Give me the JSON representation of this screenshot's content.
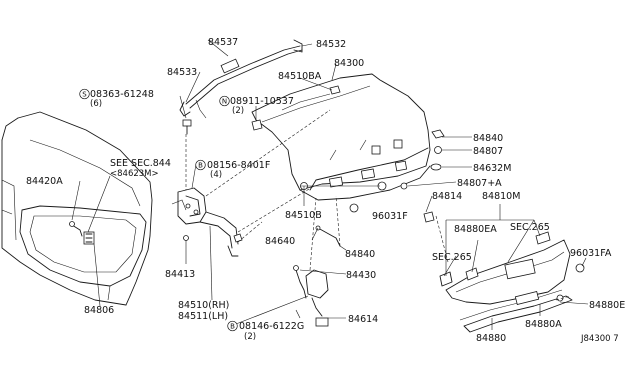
{
  "labels": {
    "p84537": "84537",
    "p84532": "84532",
    "p84533": "84533",
    "p84300": "84300",
    "p84510BA": "84510BA",
    "p08911": "08911-10537",
    "p08911_qty": "(2)",
    "p08363": "08363-61248",
    "p08363_qty": "(6)",
    "p84840a": "84840",
    "p84807": "84807",
    "p84632M": "84632M",
    "p84807A": "84807+A",
    "p84814": "84814",
    "p84810M": "84810M",
    "p96031F": "96031F",
    "see_sec_844": "SEE SEC.844",
    "see_sec_844_sub": "<84623M>",
    "p84420A": "84420A",
    "p08156": "08156-8401F",
    "p08156_qty": "(4)",
    "p84510B": "84510B",
    "p84640": "84640",
    "p84880EA": "84880EA",
    "sec265a": "SEC.265",
    "sec265b": "SEC.265",
    "p96031FA": "96031FA",
    "p84413": "84413",
    "p84840b": "84840",
    "p84430": "84430",
    "p84806": "84806",
    "p84510": "84510(RH)",
    "p84511": "84511(LH)",
    "p84614": "84614",
    "p84880E": "84880E",
    "p08146": "08146-6122G",
    "p08146_qty": "(2)",
    "p84880": "84880",
    "p84880A": "84880A",
    "diagram_code": "J84300 7"
  },
  "markers": {
    "s": "S",
    "n": "N",
    "b": "B"
  }
}
